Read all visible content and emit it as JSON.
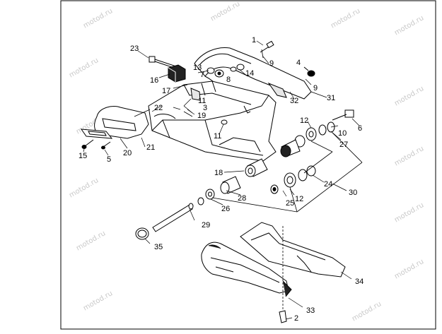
{
  "diagram": {
    "watermark": "motod.ru",
    "callouts": {
      "p1": "1",
      "p2": "2",
      "p3": "3",
      "p4": "4",
      "p5": "5",
      "p6": "6",
      "p7": "7",
      "p8": "8",
      "p9a": "9",
      "p9b": "9",
      "p10": "10",
      "p11a": "11",
      "p11b": "11",
      "p12a": "12",
      "p12b": "12",
      "p13": "13",
      "p14": "14",
      "p15": "15",
      "p16": "16",
      "p17": "17",
      "p18": "18",
      "p19": "19",
      "p20": "20",
      "p21": "21",
      "p22": "22",
      "p23": "23",
      "p24": "24",
      "p25": "25",
      "p26": "26",
      "p27": "27",
      "p28": "28",
      "p29": "29",
      "p30": "30",
      "p31": "31",
      "p32": "32",
      "p33": "33",
      "p34": "34",
      "p35": "35"
    }
  }
}
